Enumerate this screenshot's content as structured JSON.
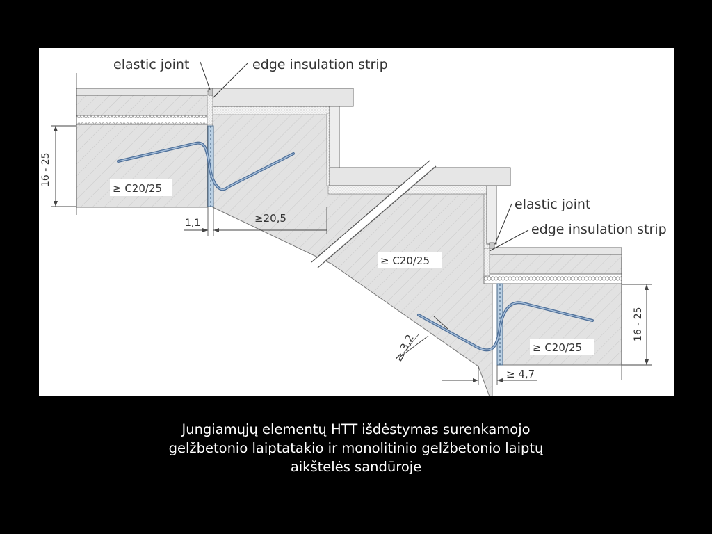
{
  "diagram": {
    "labels": {
      "top_elastic_joint": "elastic joint",
      "top_edge_strip": "edge insulation strip",
      "bottom_elastic_joint": "elastic joint",
      "bottom_edge_strip": "edge insulation strip",
      "concrete_upper": "≥ C20/25",
      "concrete_middle": "≥ C20/25",
      "concrete_lower": "≥ C20/25",
      "dim_height_left": "16 - 25",
      "dim_height_right": "16 - 25",
      "dim_gap": "1,1",
      "dim_length_upper": "≥20,5",
      "dim_length_lower": "≥ 4,7",
      "dim_diagonal": "≥ 3,2"
    }
  },
  "caption": {
    "line1": "Jungiamųjų elementų HTT išdėstymas surenkamojo",
    "line2": "gelžbetonio laiptatakio ir monolitinio gelžbetonio laiptų",
    "line3": "aikštelės sandūroje"
  }
}
